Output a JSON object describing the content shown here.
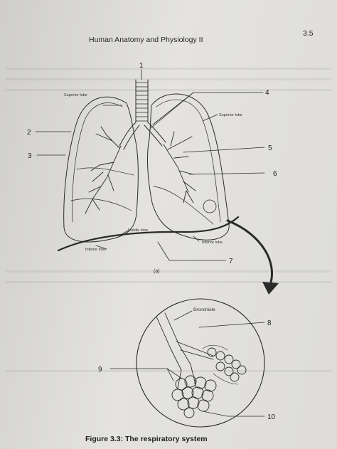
{
  "header": {
    "title": "Human Anatomy and Physiology II",
    "page_number": "3.5"
  },
  "figure": {
    "caption": "Figure 3.3: The respiratory system",
    "sublabel": "(a)",
    "callouts": [
      "1",
      "2",
      "3",
      "4",
      "5",
      "6",
      "7",
      "8",
      "9",
      "10"
    ],
    "lobe_labels": {
      "superior_left": "Superior lobe",
      "superior_right": "Superior lobe",
      "middle": "Middle lobe",
      "inferior_left": "Inferior lobe",
      "inferior_right": "Inferior lobe",
      "bronchiole": "Bronchiole"
    }
  },
  "colors": {
    "ink": "#2a2a2a",
    "paper": "#e2e1dd"
  }
}
